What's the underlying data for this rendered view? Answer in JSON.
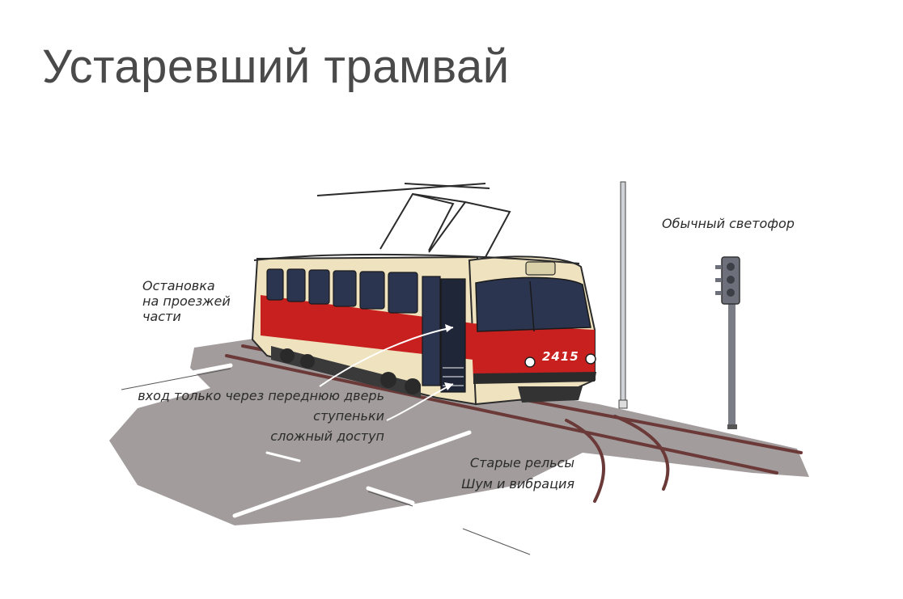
{
  "title": "Устаревший трамвай",
  "labels": {
    "stop": "Остановка\nна проезжей\nчасти",
    "traffic_light": "Обычный светофор",
    "entry": "вход только через переднюю дверь",
    "steps": "ступеньки",
    "access": "сложный доступ",
    "rails": "Старые рельсы",
    "noise": "Шум и вибрация"
  },
  "tram": {
    "number": "2415"
  },
  "colors": {
    "tram_red": "#c8201e",
    "tram_cream": "#efe3bf",
    "windows": "#2c3550",
    "road_shadow": "#9a9495",
    "rails": "#6b3a38"
  }
}
